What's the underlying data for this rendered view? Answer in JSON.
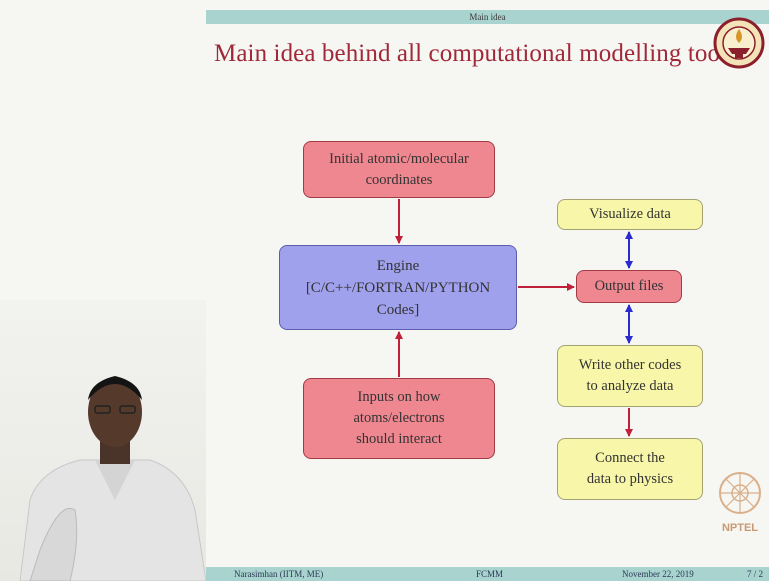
{
  "header": {
    "section": "Main idea"
  },
  "title": "Main idea behind all computational modelling tools",
  "nodes": {
    "init": "Initial atomic/molecular\ncoordinates",
    "engine": "Engine\n[C/C++/FORTRAN/PYTHON\nCodes]",
    "inputs": "Inputs on how\natoms/electrons\nshould interact",
    "visualize": "Visualize data",
    "output": "Output files",
    "write": "Write other codes\nto analyze data",
    "connect": "Connect the\ndata to physics"
  },
  "footer": {
    "author": "Narasimhan (IITM, ME)",
    "course": "FCMM",
    "date": "November 22, 2019",
    "page": "7 / 2"
  },
  "logo_text": "NPTEL",
  "colors": {
    "title": "#a02838",
    "header_bar": "#a9d3cf",
    "red_box": "#ef8790",
    "blue_box": "#a0a1ec",
    "yellow_box": "#f8f6a8",
    "red_arrow": "#c0203a",
    "blue_arrow": "#2a2ad0"
  }
}
